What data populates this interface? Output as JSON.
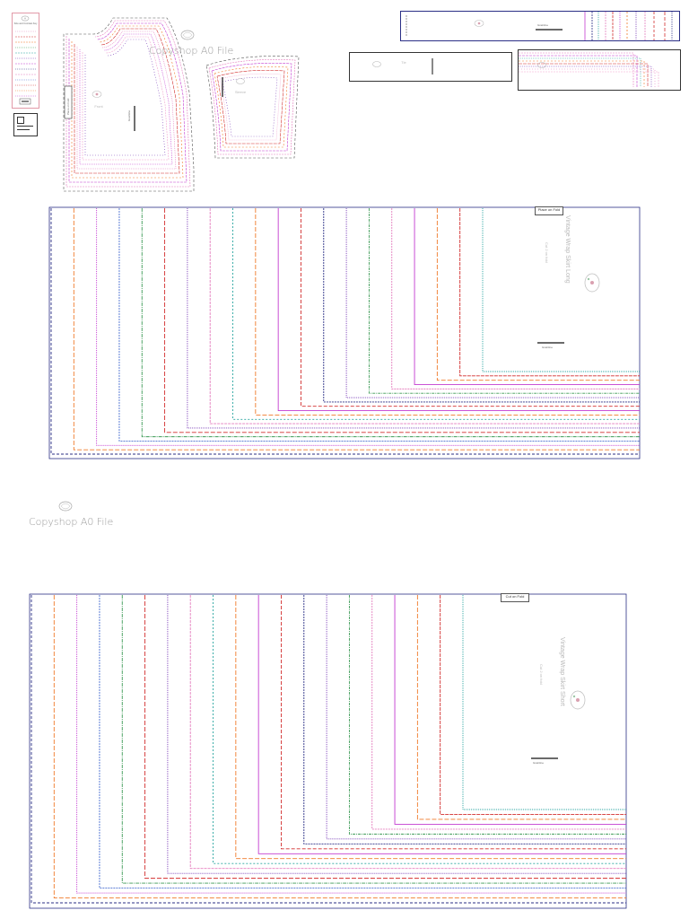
{
  "page": {
    "copyshop_label": "Copyshop A0 File"
  },
  "size_chart": {
    "title": "Size and Contrast Key"
  },
  "front_piece": {
    "title": "Front",
    "grainline": "Grainline",
    "fold_label": "Place on Fold"
  },
  "sleeve_piece": {
    "title": "Sleeve"
  },
  "binding_strip": {
    "grainline": "Grainline"
  },
  "tie_strip": {
    "title": "Tie"
  },
  "skirt_long_piece": {
    "title": "Vintage Wrap Skirt Long",
    "cut_text": "Cut 2 on fold",
    "tag": "Place on Fold",
    "grainline": "Grainline"
  },
  "skirt_short_piece": {
    "title": "Vintage Wrap Skirt Short",
    "cut_text": "Cut 2 on fold",
    "tag": "Cut on Fold",
    "grainline": "Grainline"
  },
  "colors": {
    "magenta": "#c33bd0",
    "orange": "#f07a2a",
    "red": "#d22e2e",
    "navy": "#2b2f86",
    "teal": "#2aa6a0",
    "green": "#3c9a55",
    "purple": "#7b3fb8",
    "pink": "#e57fbf",
    "blue": "#4a6fd0",
    "lightpink": "#f1a6cf"
  }
}
